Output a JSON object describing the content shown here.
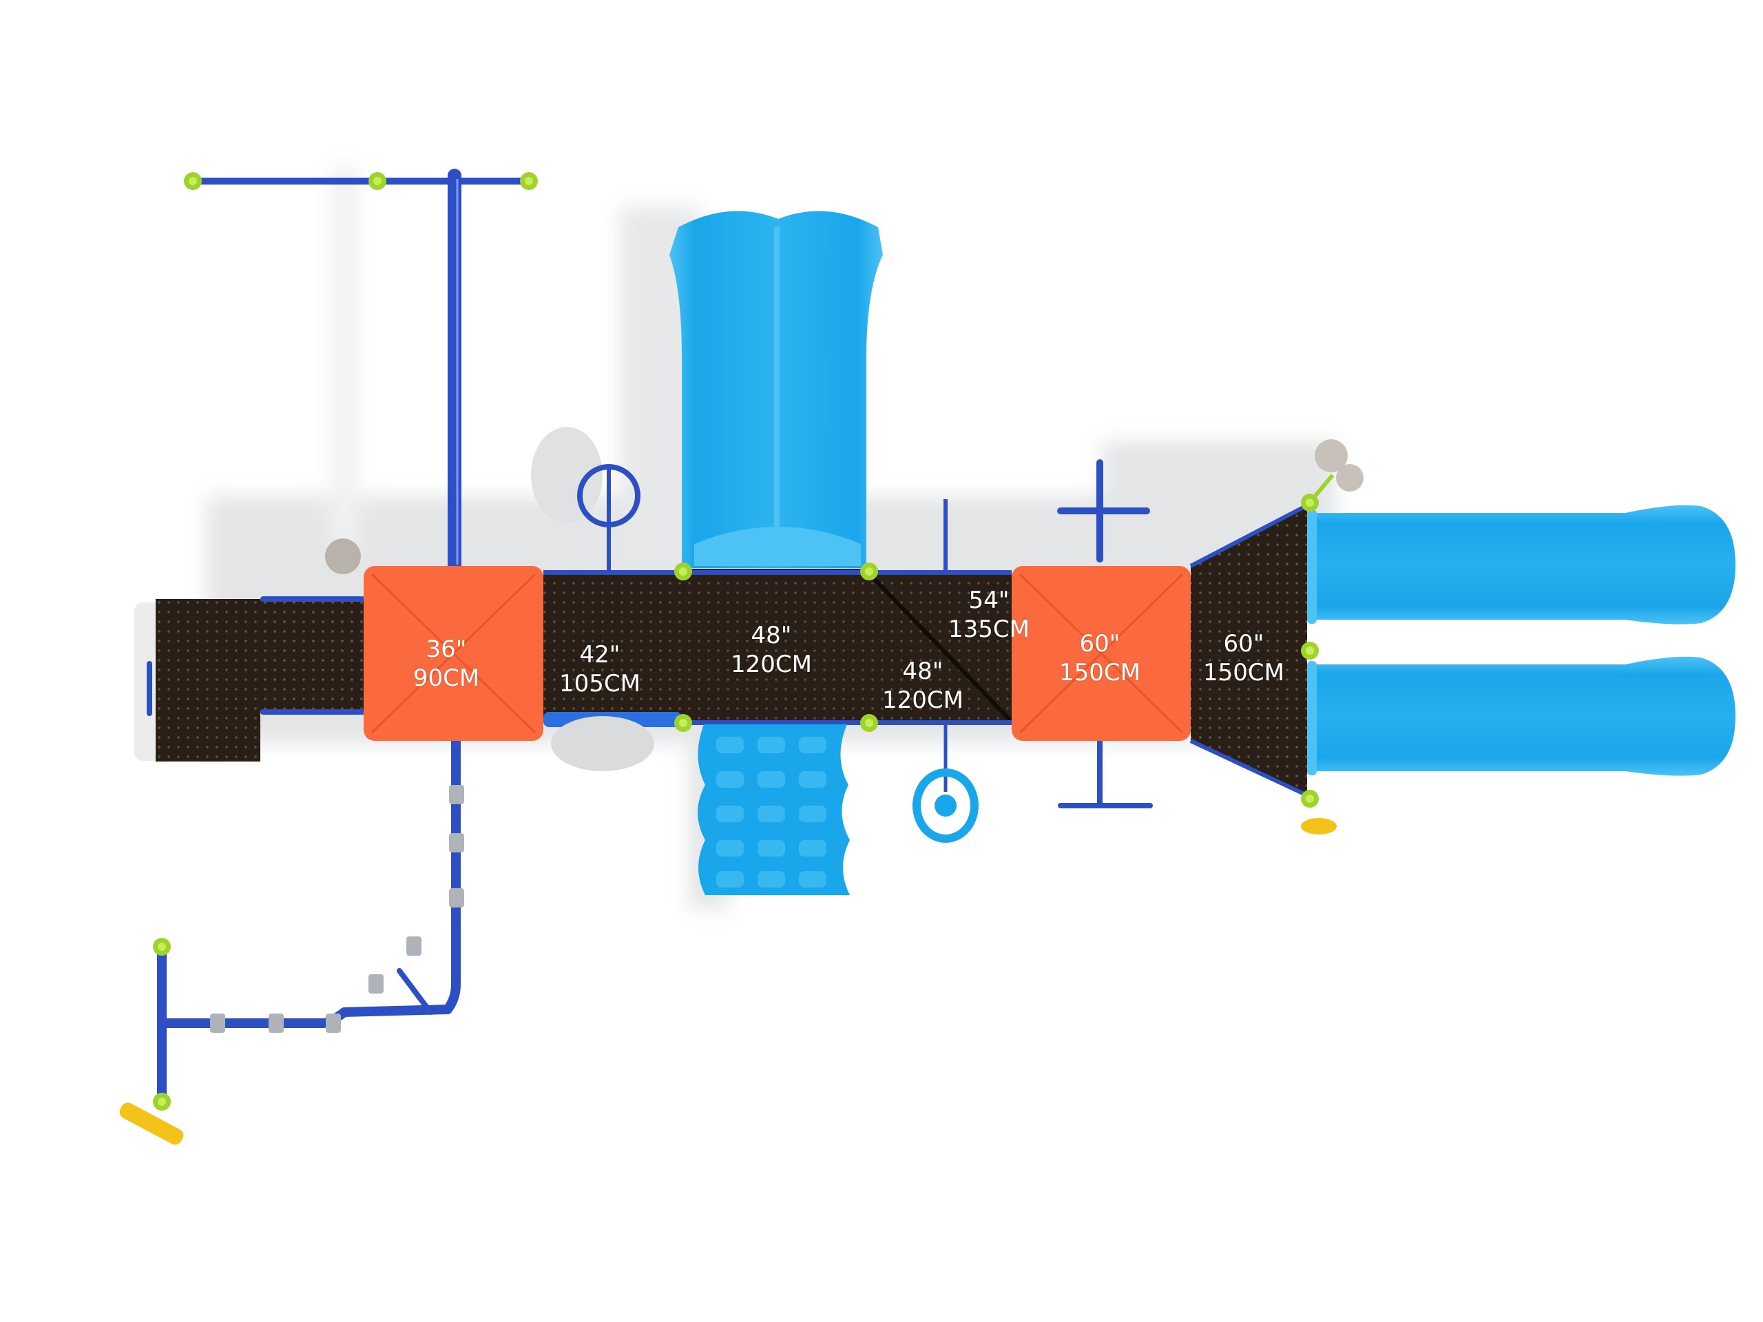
{
  "title": "Playground structure top view with deck heights",
  "colors": {
    "background": "#ffffff",
    "shadow": "#d9dadb",
    "roof_orange": "#fb6a3e",
    "roof_orange_dark": "#e9552b",
    "deck_dark": "#2a1f16",
    "deck_dots": "#8a7d6c",
    "slide_blue": "#1aa6ea",
    "slide_blue_light": "#4cc2f5",
    "pipe_blue": "#2c4fc4",
    "clamp_green": "#9fd22c",
    "handle_yellow": "#f5c21a",
    "grey_part": "#b9b2aa"
  },
  "decks": [
    {
      "id": "roof-36",
      "kind": "roof",
      "inches": "36\"",
      "cm": "90CM"
    },
    {
      "id": "deck-42",
      "kind": "deck",
      "inches": "42\"",
      "cm": "105CM"
    },
    {
      "id": "deck-48a",
      "kind": "deck",
      "inches": "48\"",
      "cm": "120CM"
    },
    {
      "id": "deck-48b",
      "kind": "deck",
      "inches": "48\"",
      "cm": "120CM"
    },
    {
      "id": "deck-54",
      "kind": "deck",
      "inches": "54\"",
      "cm": "135CM"
    },
    {
      "id": "roof-60",
      "kind": "roof",
      "inches": "60\"",
      "cm": "150CM"
    },
    {
      "id": "deck-60",
      "kind": "deck",
      "inches": "60\"",
      "cm": "150CM"
    }
  ],
  "components": [
    {
      "name": "entry-step-deck"
    },
    {
      "name": "overhead-ladder"
    },
    {
      "name": "curved-climber"
    },
    {
      "name": "wave-slide"
    },
    {
      "name": "rock-climbing-wall"
    },
    {
      "name": "spiral-climber"
    },
    {
      "name": "steering-wheel-panel"
    },
    {
      "name": "double-slides"
    },
    {
      "name": "binocular-telescope"
    },
    {
      "name": "yellow-grip-handle"
    }
  ]
}
